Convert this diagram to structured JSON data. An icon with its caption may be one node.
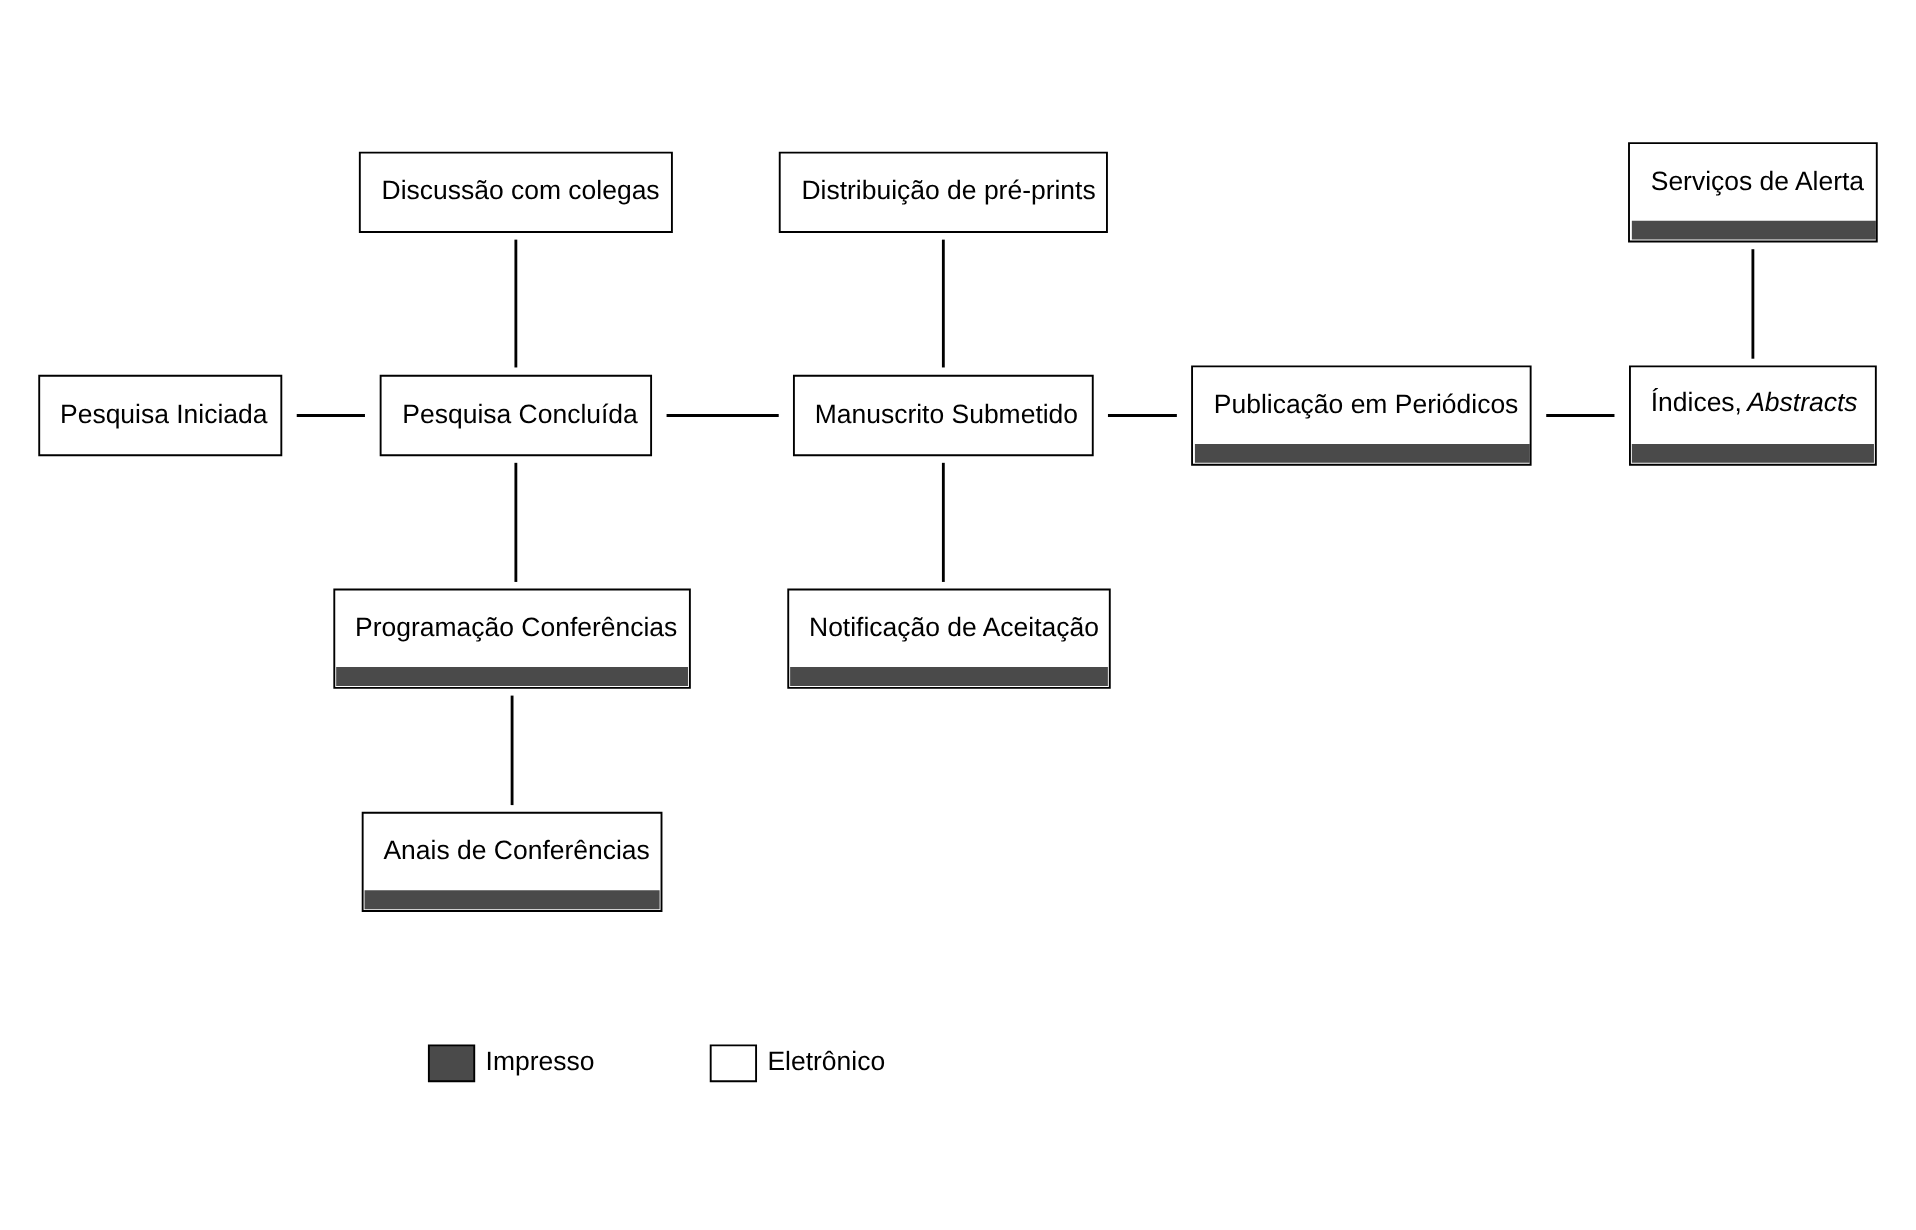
{
  "diagram": {
    "nodes": [
      {
        "text": [
          "Discussão com colegas"
        ]
      },
      {
        "text": [
          "Distribuição de pré-prints"
        ]
      },
      {
        "text": [
          "Serviços de Alerta"
        ]
      },
      {
        "text": [
          "Pesquisa Iniciada"
        ]
      },
      {
        "text": [
          "Pesquisa Concluída"
        ]
      },
      {
        "text": [
          "Manuscrito Submetido"
        ]
      },
      {
        "text": [
          "Publicação em Periódicos"
        ]
      },
      {
        "text": [
          "Índices, *Abstracts*"
        ]
      },
      {
        "text": [
          "Programação Conferências"
        ]
      },
      {
        "text": [
          "Notificação de Aceitação"
        ]
      },
      {
        "text": [
          "Anais de Conferências"
        ]
      }
    ],
    "edges": [
      {
        "from": 3,
        "to": 4,
        "arrow": "none"
      },
      {
        "from": 0,
        "to": 4,
        "arrow": "none"
      },
      {
        "from": 4,
        "to": 5,
        "arrow": "none"
      },
      {
        "from": 4,
        "to": 8,
        "arrow": "none"
      },
      {
        "from": 1,
        "to": 5,
        "arrow": "none"
      },
      {
        "from": 5,
        "to": 6,
        "arrow": "none"
      },
      {
        "from": 5,
        "to": 9,
        "arrow": "none"
      },
      {
        "from": 6,
        "to": 7,
        "arrow": "none"
      },
      {
        "from": 2,
        "to": 7,
        "arrow": "none"
      },
      {
        "from": 8,
        "to": 10,
        "arrow": "none"
      }
    ],
    "legend": [
      {
        "text": "Impresso",
        "color": "#4a4a4a"
      },
      {
        "text": "Eletrônico",
        "color": "#ffffff"
      }
    ]
  }
}
